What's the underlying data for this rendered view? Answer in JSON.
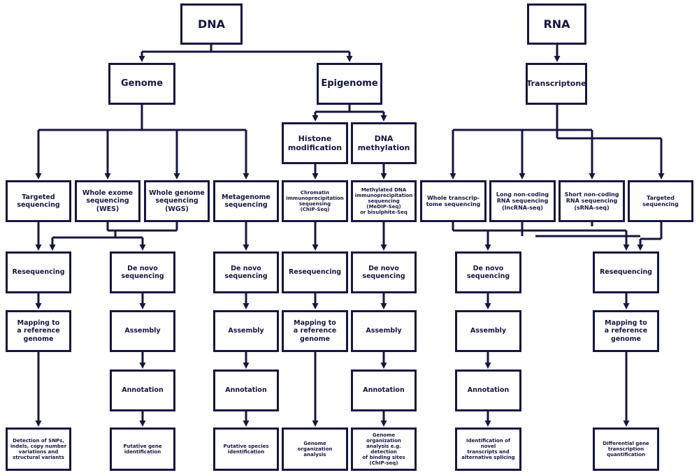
{
  "colors": {
    "line": "#161642",
    "box_border": "#161642",
    "background": "#ffffff"
  },
  "nodes": {
    "dna": "DNA",
    "rna": "RNA",
    "genome": "Genome",
    "epigenome": "Epigenome",
    "transcriptome": "Transcriptone",
    "histone": "Histone\nmodification",
    "dna_methylation": "DNA\nmethylation",
    "targeted_dna": "Targeted\nsequencing",
    "wes": "Whole exome\nsequencing\n(WES)",
    "wgs": "Whole genome\nsequencing\n(WGS)",
    "metagenome": "Metagenome\nsequencing",
    "chip_seq": "Chromatin\nimmunoprecipitation\nsequensing\n(ChIP-Seq)",
    "medip": "Methylated DNA\nimmunoprecipitation\nsequencing\n(MeDIP-Seq)\nor bisulphite-Seq",
    "whole_transcriptome": "Whole transcrip-\ntome sequencing",
    "lncrna": "Long non-coding\nRNA sequencing\n(lncRNA-seq)",
    "srna": "Short non-coding\nRNA sequencing\n(sRNA-seq)",
    "targeted_rna": "Targeted\nsequencing",
    "reseq_1": "Resequencing",
    "denovo_1": "De novo\nsequencing",
    "denovo_2": "De novo\nsequencing",
    "reseq_2": "Resequencing",
    "denovo_3": "De novo\nsequencing",
    "denovo_4": "De novo\nsequencing",
    "reseq_3": "Resequencing",
    "mapping_1": "Mapping to\na reference\ngenome",
    "assembly_1": "Assembly",
    "assembly_2": "Assembly",
    "mapping_2": "Mapping to\na reference\ngenome",
    "assembly_3": "Assembly",
    "assembly_4": "Assembly",
    "mapping_3": "Mapping to\na reference\ngenome",
    "annotation_1": "Annotation",
    "annotation_2": "Annotation",
    "annotation_3": "Annotation",
    "annotation_4": "Annotation",
    "result_snps": "Detection of SNPs,\nindels, copy number\nvariations and\nstructural variants",
    "result_gene": "Putative gene\nidentification",
    "result_species": "Putative species\nidentification",
    "result_genome_org": "Genome\norganization\nanalysis",
    "result_binding": "Genome organization\nanalysis e.g. detection\nof binding sites\n(ChIP-seq)",
    "result_novel": "Identification of novel\ntranscripts and\nalternative splicing",
    "result_diff": "Differential gene\ntranscription\nquantification"
  }
}
